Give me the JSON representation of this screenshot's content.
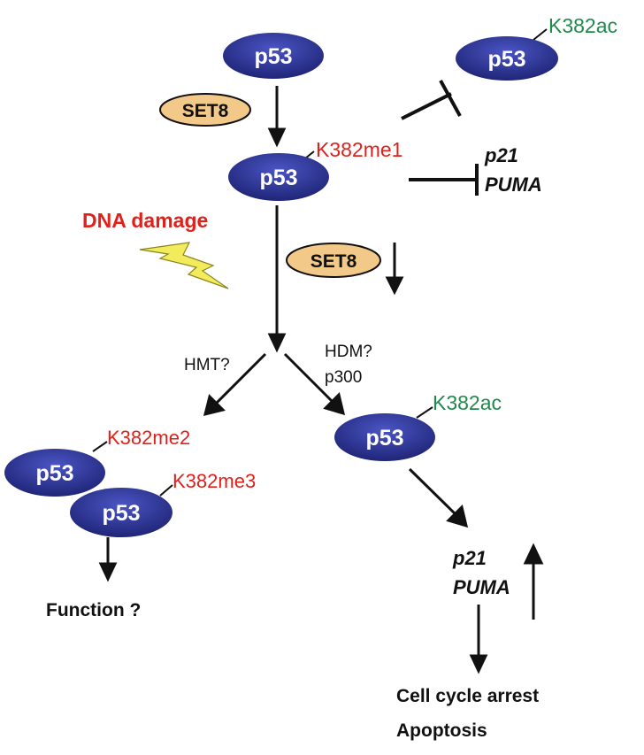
{
  "nodes": {
    "p53_top": "p53",
    "p53_ac_top": "p53",
    "p53_me1": "p53",
    "p53_ac_right": "p53",
    "p53_me2": "p53",
    "p53_me3": "p53"
  },
  "modifications": {
    "k382ac_top": "K382ac",
    "k382me1": "K382me1",
    "k382ac_right": "K382ac",
    "k382me2": "K382me2",
    "k382me3": "K382me3"
  },
  "enzymes": {
    "set8_top": "SET8",
    "set8_mid": "SET8",
    "hmt": "HMT?",
    "hdm": "HDM?",
    "p300": "p300"
  },
  "labels": {
    "dna_damage": "DNA damage",
    "genes_top_line1": "p21",
    "genes_top_line2": "PUMA",
    "genes_bottom_line1": "p21",
    "genes_bottom_line2": "PUMA",
    "function": "Function ?",
    "outcome_line1": "Cell cycle arrest",
    "outcome_line2": "Apoptosis"
  },
  "colors": {
    "node_fill": "#2e3596",
    "set8_fill": "#f3c98a",
    "lightning_fill": "#f2ec5c",
    "modification_red": "#e0211b",
    "modification_green": "#1f8a4c"
  }
}
